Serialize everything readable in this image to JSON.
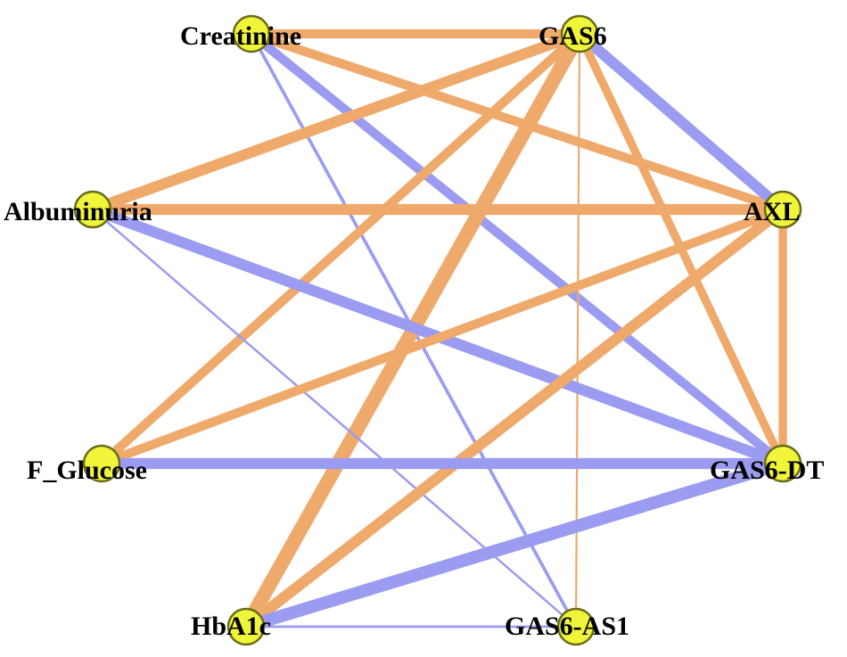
{
  "colors": {
    "positive_edge": "#efa96b",
    "negative_edge": "#9b9bf2",
    "node_fill": "#f0f53a",
    "node_stroke": "#6b6b1a",
    "label": "#000000"
  },
  "nodes": [
    {
      "id": "creatinine",
      "label": "Creatinine"
    },
    {
      "id": "gas6",
      "label": "GAS6"
    },
    {
      "id": "albuminuria",
      "label": "Albuminuria"
    },
    {
      "id": "axl",
      "label": "AXL"
    },
    {
      "id": "f_glucose",
      "label": "F_Glucose"
    },
    {
      "id": "gas6_dt",
      "label": "GAS6-DT"
    },
    {
      "id": "hba1c",
      "label": "HbA1c"
    },
    {
      "id": "gas6_as1",
      "label": "GAS6-AS1"
    }
  ],
  "edges": [
    {
      "source": "creatinine",
      "target": "gas6",
      "sign": "positive",
      "strength": 0.62
    },
    {
      "source": "creatinine",
      "target": "axl",
      "sign": "positive",
      "strength": 0.62
    },
    {
      "source": "creatinine",
      "target": "gas6_dt",
      "sign": "negative",
      "strength": 0.62
    },
    {
      "source": "creatinine",
      "target": "gas6_as1",
      "sign": "negative",
      "strength": 0.18
    },
    {
      "source": "gas6",
      "target": "albuminuria",
      "sign": "positive",
      "strength": 0.75
    },
    {
      "source": "gas6",
      "target": "axl",
      "sign": "negative",
      "strength": 0.75
    },
    {
      "source": "gas6",
      "target": "f_glucose",
      "sign": "positive",
      "strength": 0.62
    },
    {
      "source": "gas6",
      "target": "gas6_dt",
      "sign": "positive",
      "strength": 0.56
    },
    {
      "source": "gas6",
      "target": "hba1c",
      "sign": "positive",
      "strength": 1.0
    },
    {
      "source": "gas6",
      "target": "gas6_as1",
      "sign": "positive",
      "strength": 0.08
    },
    {
      "source": "albuminuria",
      "target": "axl",
      "sign": "positive",
      "strength": 0.75
    },
    {
      "source": "albuminuria",
      "target": "gas6_dt",
      "sign": "negative",
      "strength": 0.75
    },
    {
      "source": "albuminuria",
      "target": "gas6_as1",
      "sign": "negative",
      "strength": 0.1
    },
    {
      "source": "axl",
      "target": "f_glucose",
      "sign": "positive",
      "strength": 0.62
    },
    {
      "source": "axl",
      "target": "gas6_dt",
      "sign": "positive",
      "strength": 0.56
    },
    {
      "source": "axl",
      "target": "hba1c",
      "sign": "positive",
      "strength": 0.75
    },
    {
      "source": "f_glucose",
      "target": "gas6_dt",
      "sign": "negative",
      "strength": 0.75
    },
    {
      "source": "gas6_dt",
      "target": "hba1c",
      "sign": "negative",
      "strength": 0.88
    },
    {
      "source": "hba1c",
      "target": "gas6_as1",
      "sign": "negative",
      "strength": 0.12
    }
  ]
}
